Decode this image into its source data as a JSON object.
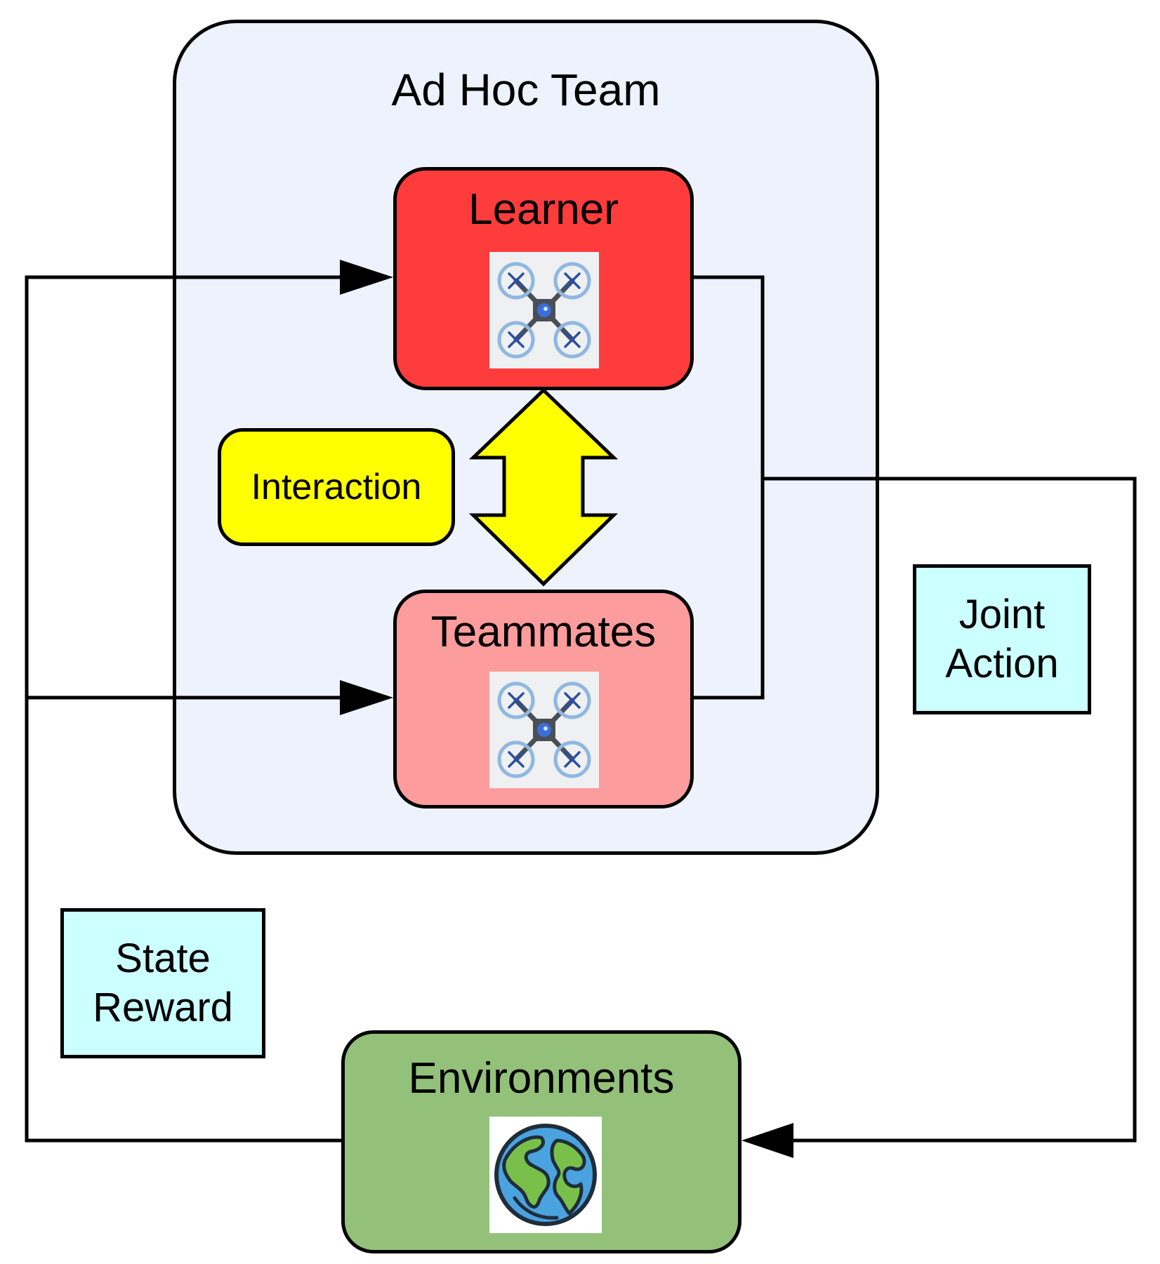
{
  "diagram": {
    "team": {
      "title": "Ad Hoc Team"
    },
    "learner": {
      "title": "Learner",
      "icon": "drone-icon"
    },
    "teammates": {
      "title": "Teammates",
      "icon": "drone-icon"
    },
    "interaction": {
      "label": "Interaction"
    },
    "joint_action": {
      "line1": "Joint",
      "line2": "Action"
    },
    "state_reward": {
      "line1": "State",
      "line2": "Reward"
    },
    "environment": {
      "title": "Environments",
      "icon": "globe-icon"
    }
  },
  "colors": {
    "team_fill": "#edf2fc",
    "learner_fill": "#fe3c3c",
    "teammates_fill": "#fd9c9c",
    "interaction_fill": "#ffff00",
    "label_fill": "#ccffff",
    "environment_fill": "#94c17a"
  }
}
